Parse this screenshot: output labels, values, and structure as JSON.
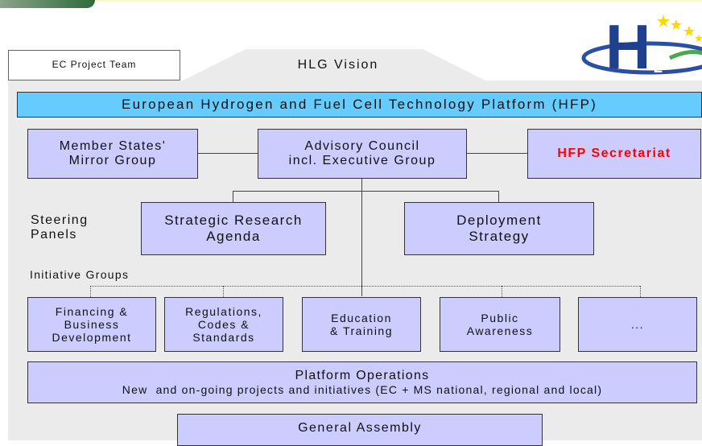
{
  "colors": {
    "panel_bg": "#ebebeb",
    "box_fill": "#ccccff",
    "banner_fill": "#66ccff",
    "secretariat_text": "#ff0000",
    "logo_blue": "#1f3f8f",
    "star_yellow": "#ffd700"
  },
  "logo": {
    "text": "H",
    "subscript": "2",
    "icon": "h2-logo"
  },
  "ec_team": "EC Project Team",
  "hlg_vision": "HLG Vision",
  "platform_banner": "European Hydrogen and Fuel Cell Technology Platform (HFP)",
  "member_states": [
    "Member States'",
    "Mirror Group"
  ],
  "advisory": [
    "Advisory Council",
    "incl. Executive Group"
  ],
  "secretariat": "HFP Secretariat",
  "steering_label": [
    "Steering",
    "Panels"
  ],
  "sra": [
    "Strategic Research",
    "Agenda"
  ],
  "deployment": [
    "Deployment",
    "Strategy"
  ],
  "initiative_label": "Initiative Groups",
  "groups": [
    [
      "Financing &",
      "Business",
      "Development"
    ],
    [
      "Regulations,",
      "Codes &",
      "Standards"
    ],
    [
      "Education",
      "& Training"
    ],
    [
      "Public",
      "Awareness"
    ],
    [
      "..."
    ]
  ],
  "operations": [
    "Platform Operations",
    "New  and on-going projects and initiatives (EC + MS national, regional and local)"
  ],
  "assembly": "General Assembly"
}
